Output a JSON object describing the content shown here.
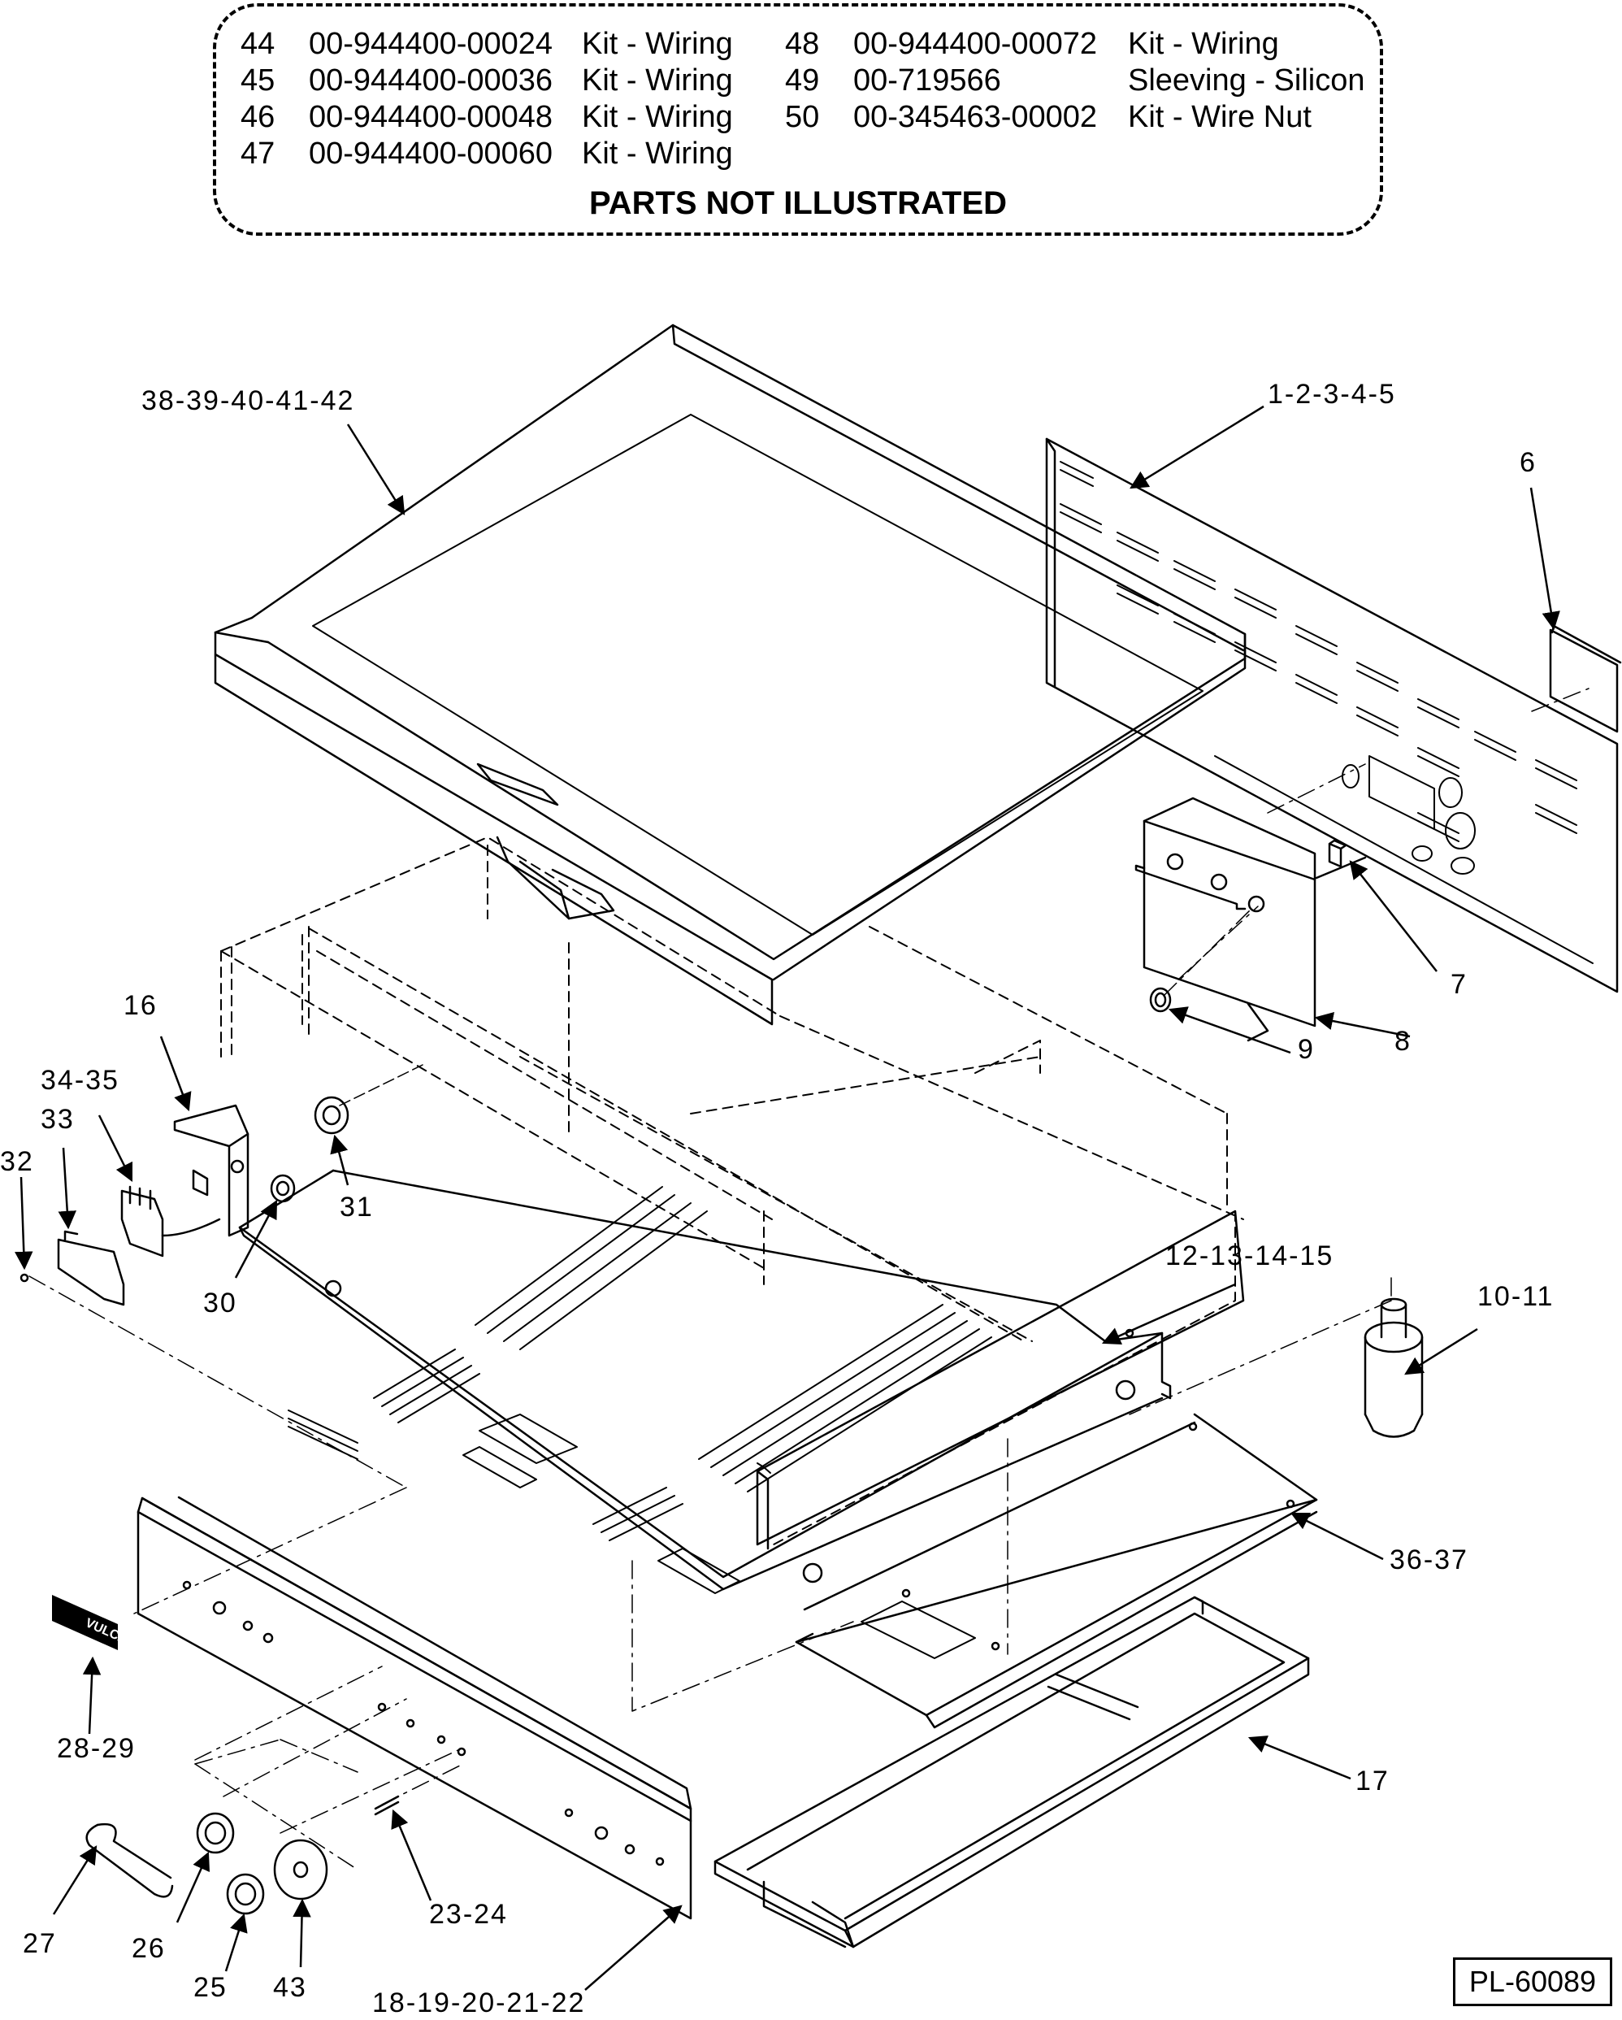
{
  "legend": {
    "title": "PARTS NOT ILLUSTRATED",
    "rows": [
      {
        "num": "44",
        "part": "00-944400-00024",
        "desc": "Kit - Wiring"
      },
      {
        "num": "45",
        "part": "00-944400-00036",
        "desc": "Kit - Wiring"
      },
      {
        "num": "46",
        "part": "00-944400-00048",
        "desc": "Kit - Wiring"
      },
      {
        "num": "47",
        "part": "00-944400-00060",
        "desc": "Kit - Wiring"
      },
      {
        "num": "48",
        "part": "00-944400-00072",
        "desc": "Kit - Wiring"
      },
      {
        "num": "49",
        "part": "00-719566",
        "desc": "Sleeving - Silicon"
      },
      {
        "num": "50",
        "part": "00-345463-00002",
        "desc": "Kit - Wire Nut"
      }
    ]
  },
  "callouts": {
    "c38": "38-39-40-41-42",
    "c1": "1-2-3-4-5",
    "c6": "6",
    "c7": "7",
    "c8": "8",
    "c9": "9",
    "c16": "16",
    "c34": "34-35",
    "c33": "33",
    "c32": "32",
    "c31": "31",
    "c30": "30",
    "c12": "12-13-14-15",
    "c10": "10-11",
    "c36": "36-37",
    "c28": "28-29",
    "c17": "17",
    "c27": "27",
    "c26": "26",
    "c25": "25",
    "c43": "43",
    "c23": "23-24",
    "c18": "18-19-20-21-22"
  },
  "drawing_number": "PL-60089",
  "badge_text": "VULCAN"
}
